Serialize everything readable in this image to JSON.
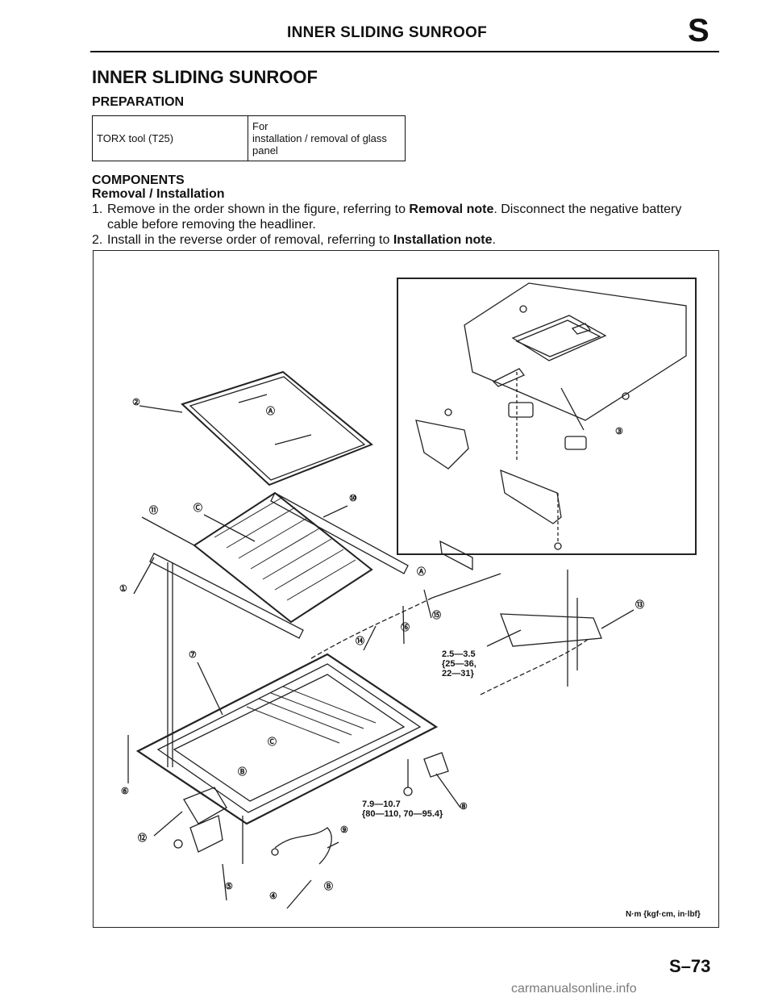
{
  "header": {
    "title": "INNER SLIDING SUNROOF",
    "section_letter": "S"
  },
  "section_title": "INNER SLIDING SUNROOF",
  "preparation": {
    "heading": "PREPARATION",
    "tool_name": "TORX tool (T25)",
    "tool_use": [
      "For",
      "installation / removal of glass",
      "panel"
    ]
  },
  "components": {
    "heading": "COMPONENTS",
    "subheading": "Removal / Installation",
    "steps": [
      {
        "num": "1.",
        "pre": "Remove in the order shown in the figure, referring to ",
        "bold": "Removal note",
        "post": ". Disconnect the negative battery",
        "line2": "cable before removing the headliner."
      },
      {
        "num": "2.",
        "pre": "Install in the reverse order of removal, referring to ",
        "bold": "Installation note",
        "post": ".",
        "line2": ""
      }
    ]
  },
  "figure": {
    "torque_1": [
      "2.5—3.5",
      "{25—36,",
      "22—31}"
    ],
    "torque_2": [
      "7.9—10.7",
      "{80—110, 70—95.4}"
    ],
    "unit_note": "N·m {kgf·cm, in·lbf}",
    "part_numbers": [
      "1",
      "2",
      "3",
      "4",
      "5",
      "6",
      "7",
      "8",
      "9",
      "10",
      "11",
      "12",
      "13",
      "14",
      "15",
      "16"
    ],
    "letters": [
      "A",
      "A",
      "B",
      "B",
      "C",
      "C"
    ]
  },
  "footer": {
    "page_number": "S–73",
    "watermark": "carmanualsonline.info"
  }
}
